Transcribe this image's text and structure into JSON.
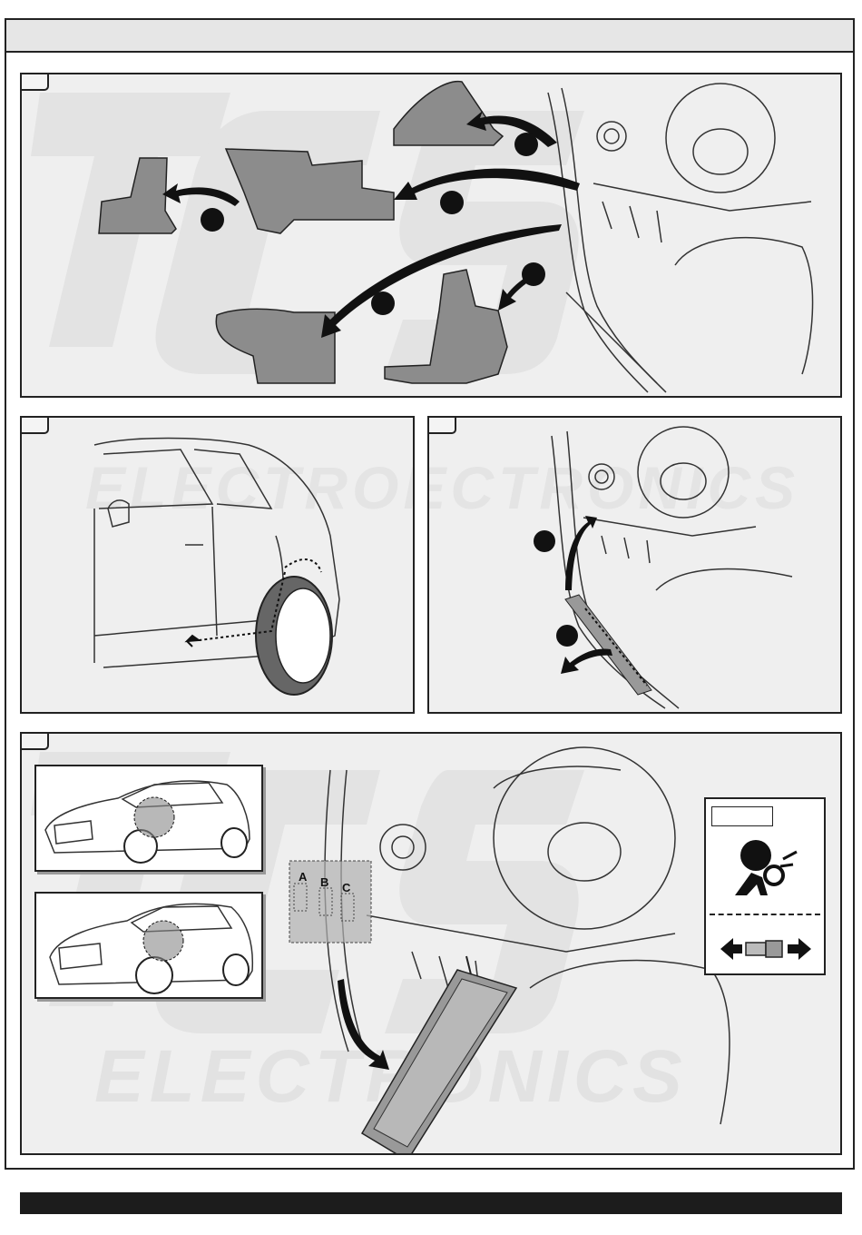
{
  "watermark": {
    "brand_text": "ELECTRONICS",
    "logo_letters": "TCS"
  },
  "panel4": {
    "connector_labels": [
      "A",
      "B",
      "C"
    ]
  },
  "airbag_box": {
    "label_text": "",
    "icon": "airbag-warning-icon",
    "connector_icon": "connector-disconnect-icon"
  },
  "colors": {
    "panel_bg": "#efefef",
    "part_fill": "#8c8c8c",
    "arrow": "#111111",
    "footer": "#1c1c1c"
  }
}
